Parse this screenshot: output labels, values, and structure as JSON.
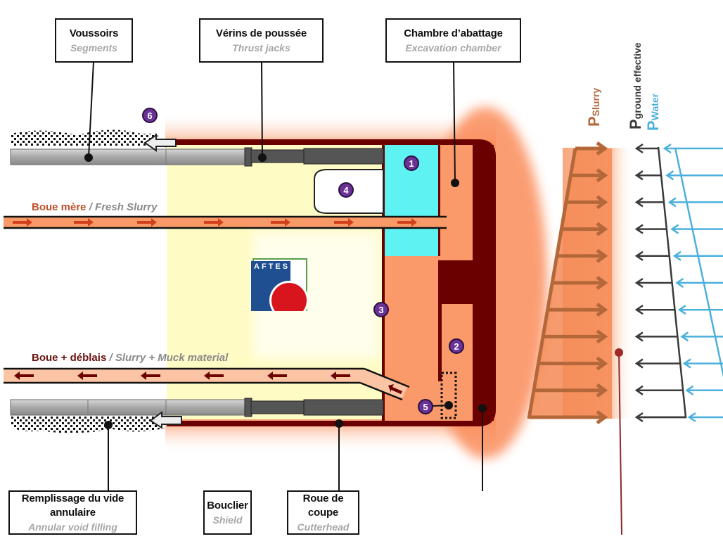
{
  "diagram": {
    "title_labels": {
      "segments": {
        "fr": "Voussoirs",
        "en": "Segments"
      },
      "thrust_jacks": {
        "fr": "Vérins de poussée",
        "en": "Thrust jacks"
      },
      "excavation_chamber": {
        "fr": "Chambre d’abattage",
        "en": "Excavation chamber"
      },
      "annular_void": {
        "fr": "Remplissage du vide annulaire",
        "en": "Annular void filling"
      },
      "shield": {
        "fr": "Bouclier",
        "en": "Shield"
      },
      "cutterhead": {
        "fr": "Roue de coupe",
        "en": "Cutterhead"
      }
    },
    "pipes": {
      "fresh_slurry": {
        "fr": "Boue mère",
        "sep": " / ",
        "en": "Fresh Slurry"
      },
      "slurry_muck": {
        "fr": "Boue + déblais",
        "sep": " / ",
        "en": "Slurry + Muck material"
      }
    },
    "badges": [
      "1",
      "2",
      "3",
      "4",
      "5",
      "6"
    ],
    "logo": {
      "text": "AFTES"
    },
    "pressure_legend": {
      "slurry": {
        "p": "P",
        "sub": "Slurry"
      },
      "ground": {
        "p": "P",
        "sub": "ground effective"
      },
      "water": {
        "p": "P",
        "sub": "Water"
      }
    },
    "pressure_arrows": {
      "slurry_count": 11,
      "ground_count": 11,
      "water_count": 11
    },
    "colors": {
      "shield_dark": "#6b0000",
      "chamber_orange": "#fa9a6a",
      "bulkhead_cyan": "#5ff2f2",
      "backup_yellow": "#fffbc0",
      "slurry_brown": "#b4683a",
      "ground_gray": "#3a3a3a",
      "water_blue": "#4bb0dc",
      "badge_purple": "#6a3196"
    }
  }
}
